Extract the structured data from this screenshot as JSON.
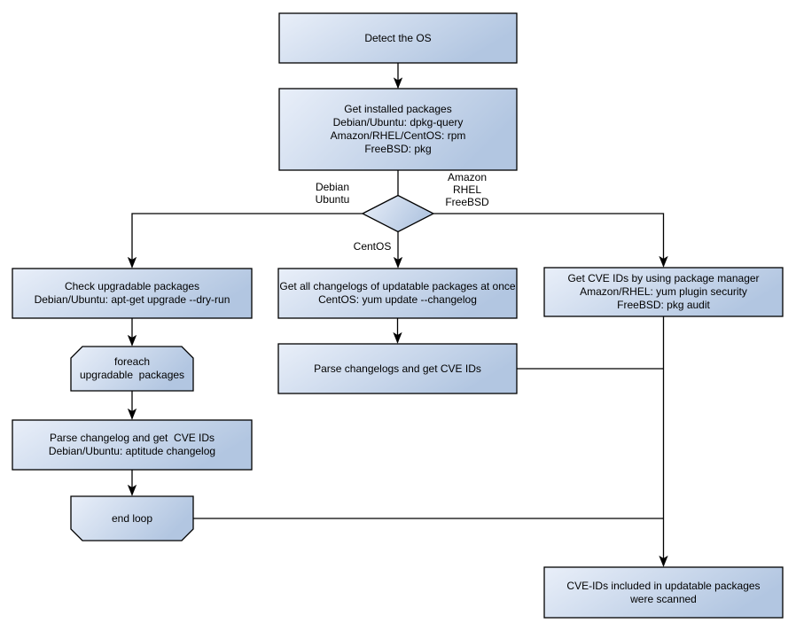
{
  "diagram": {
    "title": "OS package CVE scan flowchart",
    "colors": {
      "node_fill_light": "#e9eff9",
      "node_fill_dark": "#b2c6e1",
      "node_border": "#000000",
      "connector": "#000000",
      "background": "#ffffff"
    },
    "nodes": {
      "detect_os": {
        "label": "Detect the OS"
      },
      "get_installed": {
        "label": "Get installed packages\nDebian/Ubuntu: dpkg-query\nAmazon/RHEL/CentOS: rpm\nFreeBSD: pkg"
      },
      "check_upgradable": {
        "label": "Check upgradable packages\nDebian/Ubuntu: apt-get upgrade --dry-run"
      },
      "foreach_loop": {
        "label": "foreach\nupgradable  packages"
      },
      "parse_changelog_left": {
        "label": "Parse changelog and get  CVE IDs\nDebian/Ubuntu: aptitude changelog"
      },
      "end_loop": {
        "label": "end loop"
      },
      "get_all_changelogs": {
        "label": "Get all changelogs of updatable packages at once\nCentOS: yum update --changelog"
      },
      "parse_changelogs_mid": {
        "label": "Parse changelogs and get CVE IDs"
      },
      "get_cve_ids_right": {
        "label": "Get CVE IDs by using package manager\nAmazon/RHEL: yum plugin security\nFreeBSD: pkg audit"
      },
      "scanned_result": {
        "label": "CVE-IDs included in updatable packages\nwere scanned"
      }
    },
    "edge_labels": {
      "branch_left": "Debian\nUbuntu",
      "branch_right": "Amazon\nRHEL\nFreeBSD",
      "branch_bottom": "CentOS"
    }
  }
}
